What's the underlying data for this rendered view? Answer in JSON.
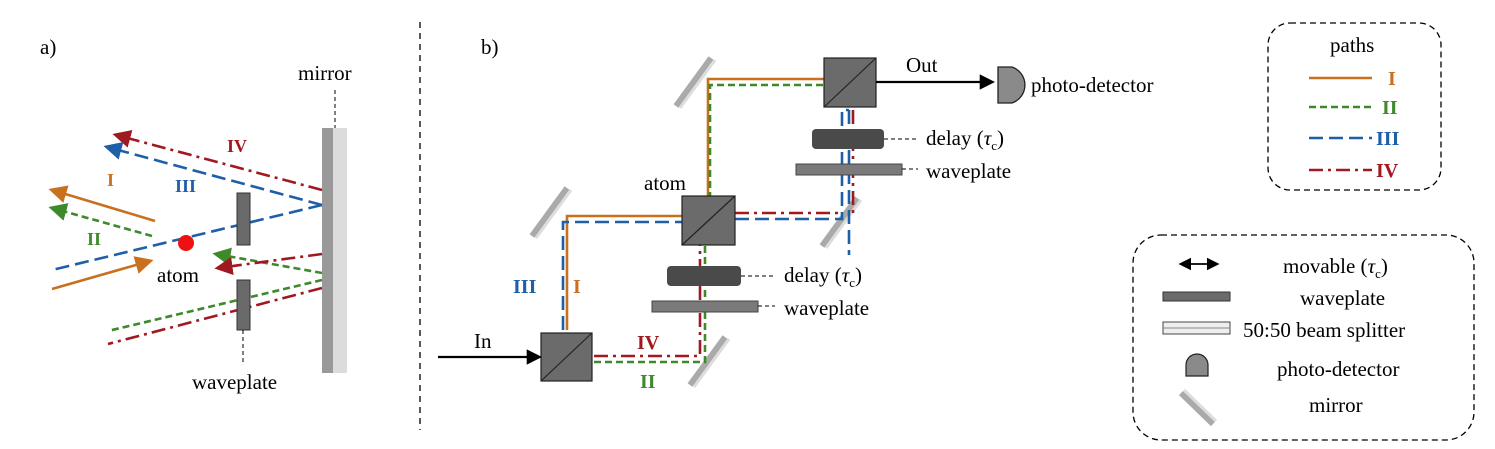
{
  "panel_a": {
    "label": "a)",
    "mirror_label": "mirror",
    "atom_label": "atom",
    "waveplate_label": "waveplate",
    "path_labels": {
      "I": "I",
      "II": "II",
      "III": "III",
      "IV": "IV"
    }
  },
  "panel_b": {
    "label": "b)",
    "out_label": "Out",
    "in_label": "In",
    "photodetector_label": "photo-detector",
    "atom_label": "atom",
    "delay_prefix": "delay (",
    "tau": "τ",
    "tau_sub": "c",
    "delay_suffix": ")",
    "waveplate_label": "waveplate",
    "path_labels": {
      "I": "I",
      "II": "II",
      "III": "III",
      "IV": "IV"
    }
  },
  "legend_paths": {
    "title": "paths",
    "items": [
      "I",
      "II",
      "III",
      "IV"
    ]
  },
  "legend_symbols": {
    "movable_prefix": "movable (",
    "tau": "τ",
    "tau_sub": "c",
    "movable_suffix": ")",
    "waveplate": "waveplate",
    "beam_splitter": "50:50 beam splitter",
    "photo_detector": "photo-detector",
    "mirror": "mirror"
  },
  "colors": {
    "I": "#c8701e",
    "II": "#3e8a2a",
    "III": "#1f5fa8",
    "IV": "#a01820",
    "atom": "#ee1111"
  }
}
